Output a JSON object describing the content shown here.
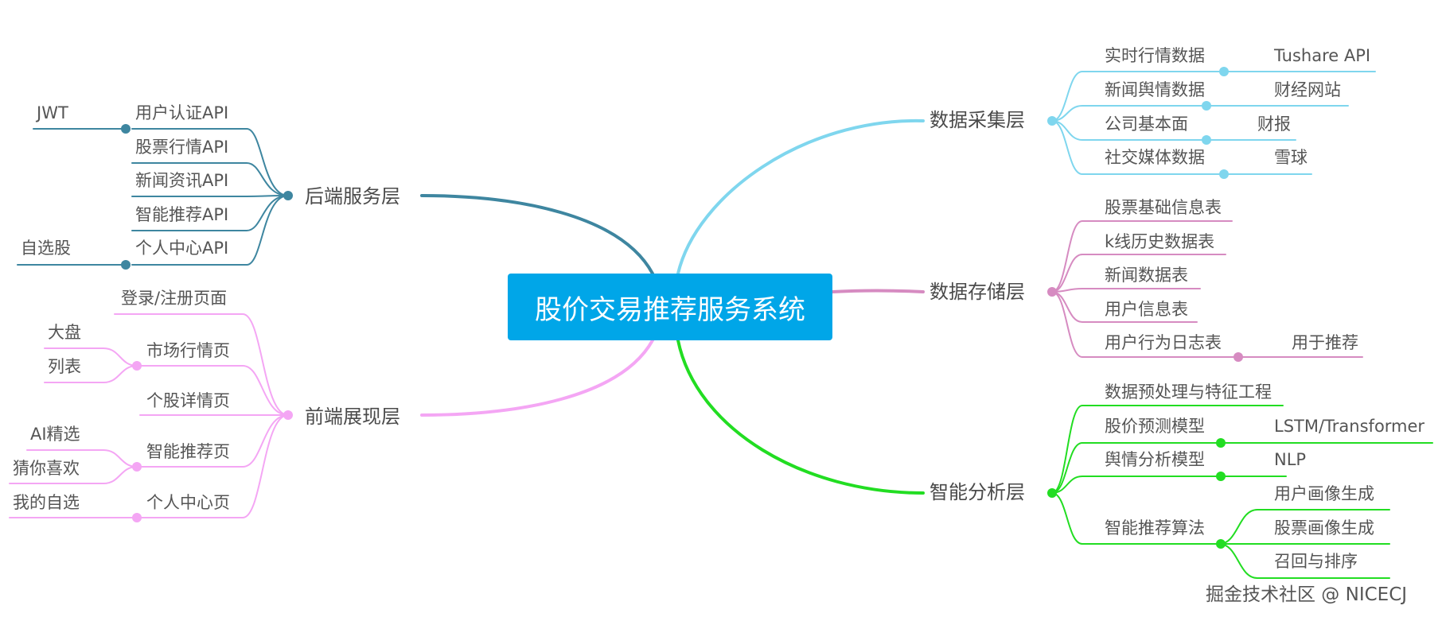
{
  "root": "股价交易推荐服务系统",
  "watermark": "掘金技术社区 @ NICECJ",
  "colors": {
    "root_bg": "#00a6e8",
    "collect": "#7fd6ee",
    "storage": "#d68bc1",
    "analysis": "#22dd22",
    "backend": "#3e86a0",
    "frontend": "#f4a6f4"
  },
  "branches": {
    "collect": {
      "label": "数据采集层",
      "items": [
        {
          "label": "实时行情数据",
          "sub": "Tushare API"
        },
        {
          "label": "新闻舆情数据",
          "sub": "财经网站"
        },
        {
          "label": "公司基本面",
          "sub": "财报"
        },
        {
          "label": "社交媒体数据",
          "sub": "雪球"
        }
      ]
    },
    "storage": {
      "label": "数据存储层",
      "items": [
        {
          "label": "股票基础信息表"
        },
        {
          "label": "k线历史数据表"
        },
        {
          "label": "新闻数据表"
        },
        {
          "label": "用户信息表"
        },
        {
          "label": "用户行为日志表",
          "sub": "用于推荐"
        }
      ]
    },
    "analysis": {
      "label": "智能分析层",
      "items": [
        {
          "label": "数据预处理与特征工程"
        },
        {
          "label": "股价预测模型",
          "sub": "LSTM/Transformer"
        },
        {
          "label": "舆情分析模型",
          "sub": "NLP"
        },
        {
          "label": "智能推荐算法",
          "subs": [
            "用户画像生成",
            "股票画像生成",
            "召回与排序"
          ]
        }
      ]
    },
    "backend": {
      "label": "后端服务层",
      "items": [
        {
          "label": "用户认证API",
          "sub": "JWT"
        },
        {
          "label": "股票行情API"
        },
        {
          "label": "新闻资讯API"
        },
        {
          "label": "智能推荐API"
        },
        {
          "label": "个人中心API",
          "sub": "自选股"
        }
      ]
    },
    "frontend": {
      "label": "前端展现层",
      "items": [
        {
          "label": "登录/注册页面"
        },
        {
          "label": "市场行情页",
          "subs": [
            "大盘",
            "列表"
          ]
        },
        {
          "label": "个股详情页"
        },
        {
          "label": "智能推荐页",
          "subs": [
            "AI精选",
            "猜你喜欢"
          ]
        },
        {
          "label": "个人中心页",
          "sub": "我的自选"
        }
      ]
    }
  }
}
